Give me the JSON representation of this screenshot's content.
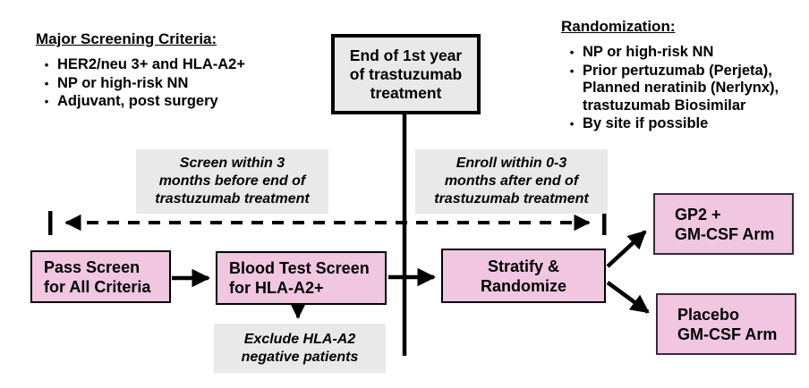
{
  "colors": {
    "pink_box": "#f0c6e1",
    "gray_fill": "#e9e9e9",
    "line_black": "#000000",
    "arm_border_dark": "#3a2a3c"
  },
  "screening": {
    "title": "Major Screening Criteria:",
    "bullet_glyph": "•",
    "bullets": [
      "HER2/neu 3+ and HLA-A2+",
      "NP or high-risk NN",
      "Adjuvant, post surgery"
    ]
  },
  "randomization": {
    "title": "Randomization:",
    "bullet_glyph": "•",
    "bullets": [
      "NP or high-risk NN",
      "Prior pertuzumab (Perjeta),\nPlanned neratinib (Nerlynx),\ntrastuzumab Biosimilar",
      "By site if possible"
    ]
  },
  "end_box": {
    "text": "End of 1st year\nof trastuzumab\ntreatment"
  },
  "timeline": {
    "screen_label": "Screen within 3\nmonths before end of\ntrastuzumab treatment",
    "enroll_label": "Enroll within 0-3\nmonths after end of\ntrastuzumab treatment"
  },
  "flow": {
    "pass_box": "Pass Screen\nfor All Criteria",
    "blood_box": "Blood Test Screen\nfor HLA-A2+",
    "stratify_box": "Stratify &\nRandomize",
    "gp2_box": "GP2 +\nGM-CSF Arm",
    "placebo_box": "Placebo\nGM-CSF Arm",
    "exclude_note": "Exclude HLA-A2\nnegative patients"
  }
}
